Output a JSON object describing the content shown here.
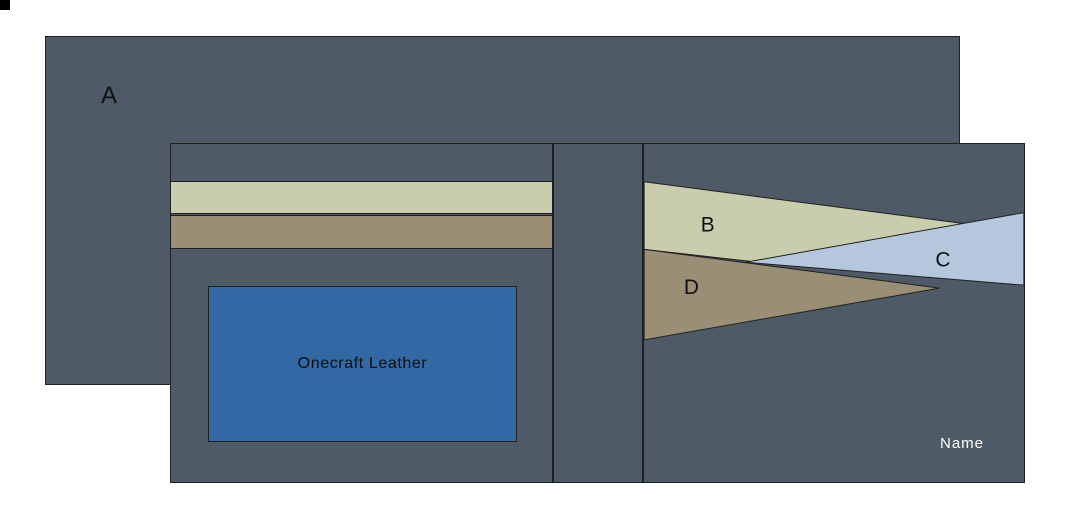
{
  "labels": {
    "panel_a": "A",
    "band_b": "B",
    "band_c": "C",
    "band_d": "D",
    "brand_patch": "Onecraft Leather",
    "name_tag": "Name"
  },
  "colors": {
    "background": "#ffffff",
    "panel": "#4e5b66",
    "outline": "#202020",
    "sage": "#c9cdae",
    "tan": "#9a8f75",
    "patch_blue": "#3269a4",
    "light_blue": "#b5c7dc",
    "label_text": "#111111",
    "name_text": "#ffffff"
  }
}
